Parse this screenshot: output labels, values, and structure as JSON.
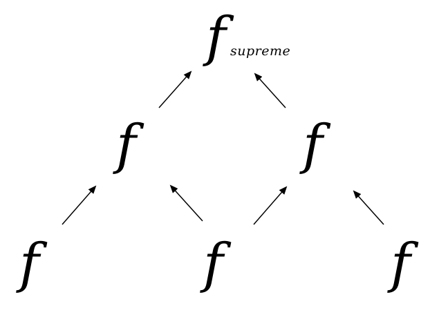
{
  "nodes": {
    "top": {
      "symbol": "f",
      "subscript": "supreme"
    },
    "middle_left": {
      "symbol": "f"
    },
    "middle_right": {
      "symbol": "f"
    },
    "bottom_left": {
      "symbol": "f"
    },
    "bottom_center": {
      "symbol": "f"
    },
    "bottom_right": {
      "symbol": "f"
    }
  },
  "edges": [
    {
      "from": "middle_left",
      "to": "top"
    },
    {
      "from": "middle_right",
      "to": "top"
    },
    {
      "from": "bottom_left",
      "to": "middle_left"
    },
    {
      "from": "bottom_center",
      "to": "middle_left"
    },
    {
      "from": "bottom_center",
      "to": "middle_right"
    },
    {
      "from": "bottom_right",
      "to": "middle_right"
    }
  ]
}
